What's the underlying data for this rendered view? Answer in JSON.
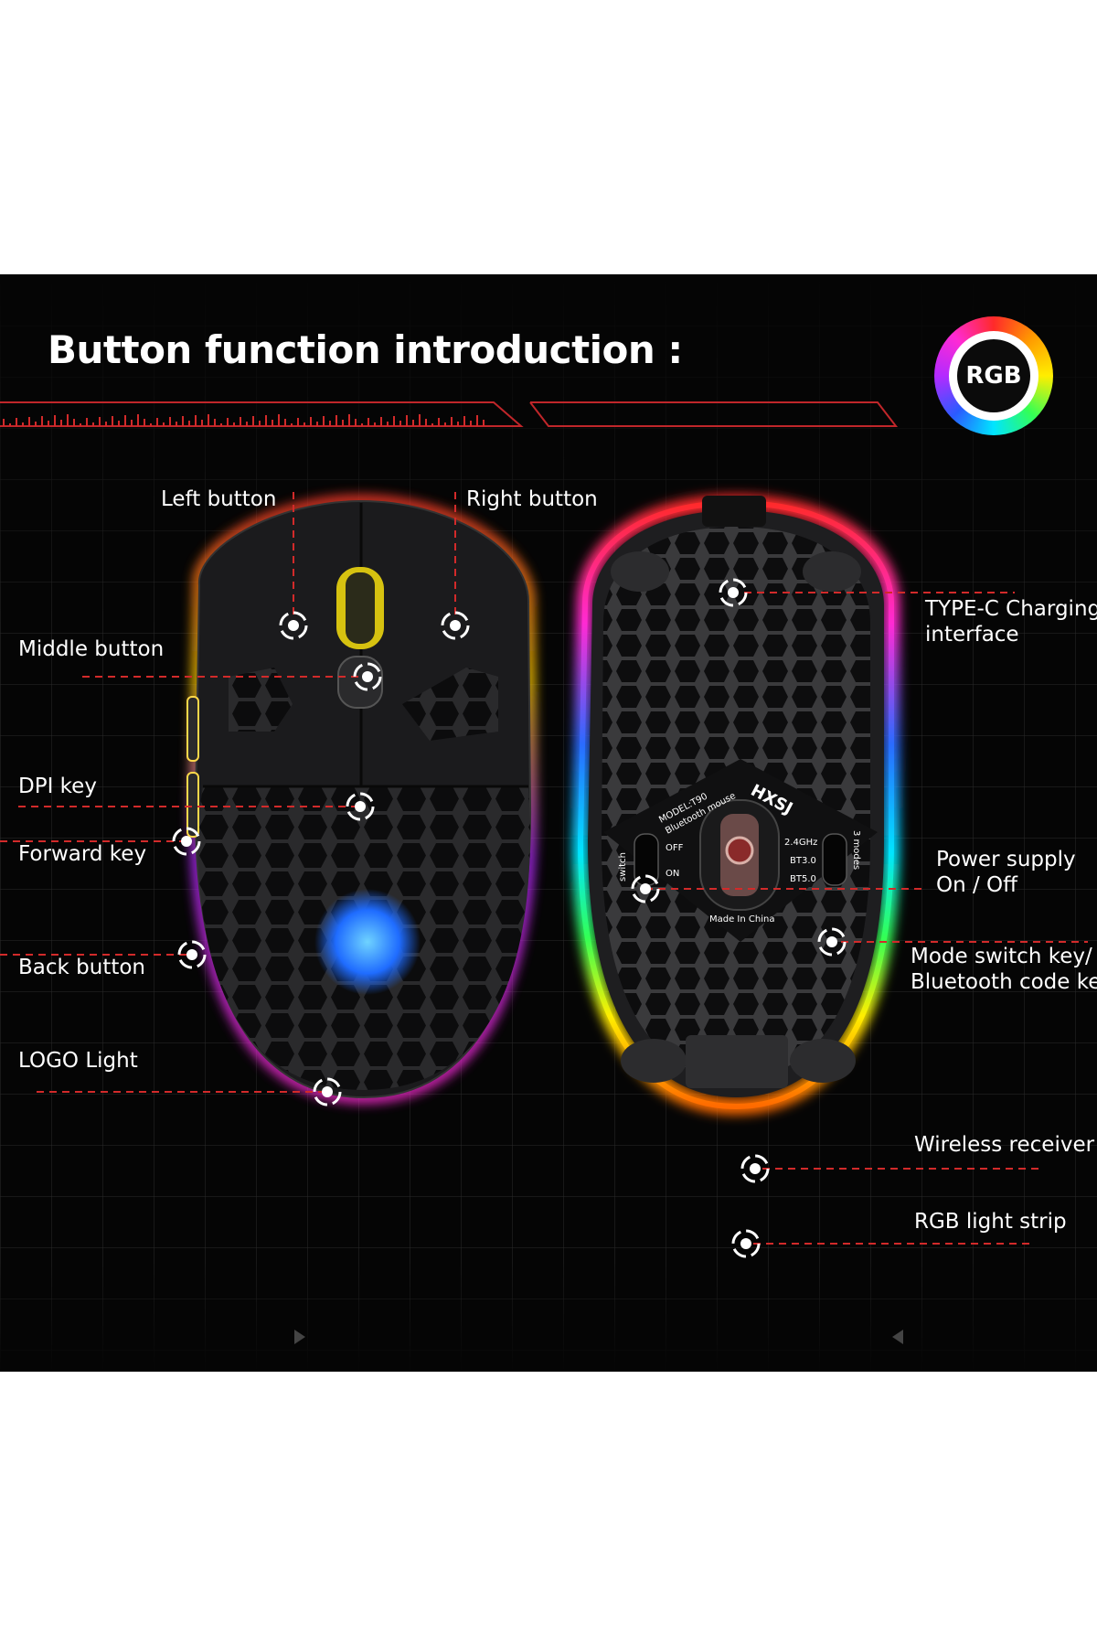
{
  "title": "Button function introduction :",
  "badge": "RGB",
  "labels": {
    "left_button": "Left  button",
    "right_button": "Right button",
    "middle_button": "Middle button",
    "dpi_key": "DPI key",
    "forward_key": "Forward key",
    "back_button": "Back button",
    "logo_light": "LOGO Light",
    "type_c_line1": "TYPE-C Charging",
    "type_c_line2": "interface",
    "power_line1": "Power supply",
    "power_line2": "On / Off",
    "mode_line1": "Mode switch key/",
    "mode_line2": "Bluetooth code key",
    "wireless_receiver": "Wireless receiver",
    "rgb_strip": "RGB light strip"
  },
  "device_print": {
    "model": "MODEL:T90",
    "bt_mouse": "Bluetooth mouse",
    "brand": "HXSJ",
    "switch": "switch",
    "off": "OFF",
    "on": "ON",
    "band_24": "2.4GHz",
    "bt30": "BT3.0",
    "bt50": "BT5.0",
    "modes": "3 modes",
    "made_in": "Made In China"
  },
  "colors": {
    "background": "#050505",
    "accent_red": "#d22a2a",
    "text": "#ffffff"
  }
}
